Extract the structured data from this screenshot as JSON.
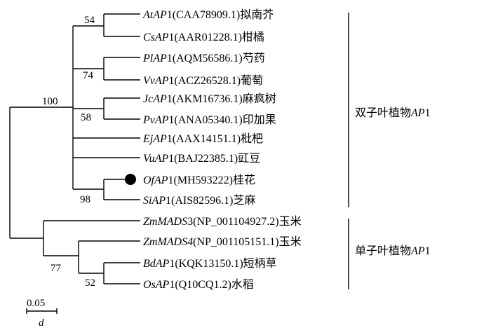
{
  "taxa": [
    {
      "italic": "AtAP",
      "num": "1",
      "acc": "(CAA78909.1)",
      "cn": "拟南芥"
    },
    {
      "italic": "CsAP",
      "num": "1",
      "acc": "(AAR01228.1)",
      "cn": "柑橘"
    },
    {
      "italic": "PlAP",
      "num": "1",
      "acc": "(AQM56586.1)",
      "cn": "芍药"
    },
    {
      "italic": "VvAP",
      "num": "1",
      "acc": "(ACZ26528.1)",
      "cn": "葡萄"
    },
    {
      "italic": "JcAP",
      "num": "1",
      "acc": "(AKM16736.1)",
      "cn": "麻疯树"
    },
    {
      "italic": "PvAP",
      "num": "1",
      "acc": "(ANA05340.1)",
      "cn": "印加果"
    },
    {
      "italic": "EjAP",
      "num": "1",
      "acc": "(AAX14151.1)",
      "cn": "枇杷"
    },
    {
      "italic": "VuAP",
      "num": "1",
      "acc": "(BAJ22385.1)",
      "cn": "豇豆"
    },
    {
      "italic": "OfAP",
      "num": "1",
      "acc": "(MH593222)",
      "cn": "桂花"
    },
    {
      "italic": "SiAP",
      "num": "1",
      "acc": "(AIS82596.1)",
      "cn": "芝麻"
    },
    {
      "italic": "ZmMADS",
      "num": "3",
      "acc": "(NP_001104927.2)",
      "cn": "玉米"
    },
    {
      "italic": "ZmMADS4",
      "num": "",
      "acc": "(NP_001105151.1)",
      "cn": "玉米"
    },
    {
      "italic": "BdAP",
      "num": "1",
      "acc": "(KQK13150.1)",
      "cn": "短柄草"
    },
    {
      "italic": "OsAP",
      "num": "1",
      "acc": "(Q10CQ1.2)",
      "cn": "水稻"
    }
  ],
  "bootstrap": {
    "at_cs": "54",
    "pl_vv": "74",
    "dicot_clade": "100",
    "jc_pv": "58",
    "of_si": "98",
    "monocot_clade": "77",
    "bd_os": "52"
  },
  "groups": {
    "dicot": {
      "text": "双子叶植物",
      "italic": "AP",
      "num": "1"
    },
    "monocot": {
      "text": "单子叶植物",
      "italic": "AP",
      "num": "1"
    }
  },
  "scale": {
    "value": "0.05",
    "label": "d"
  }
}
